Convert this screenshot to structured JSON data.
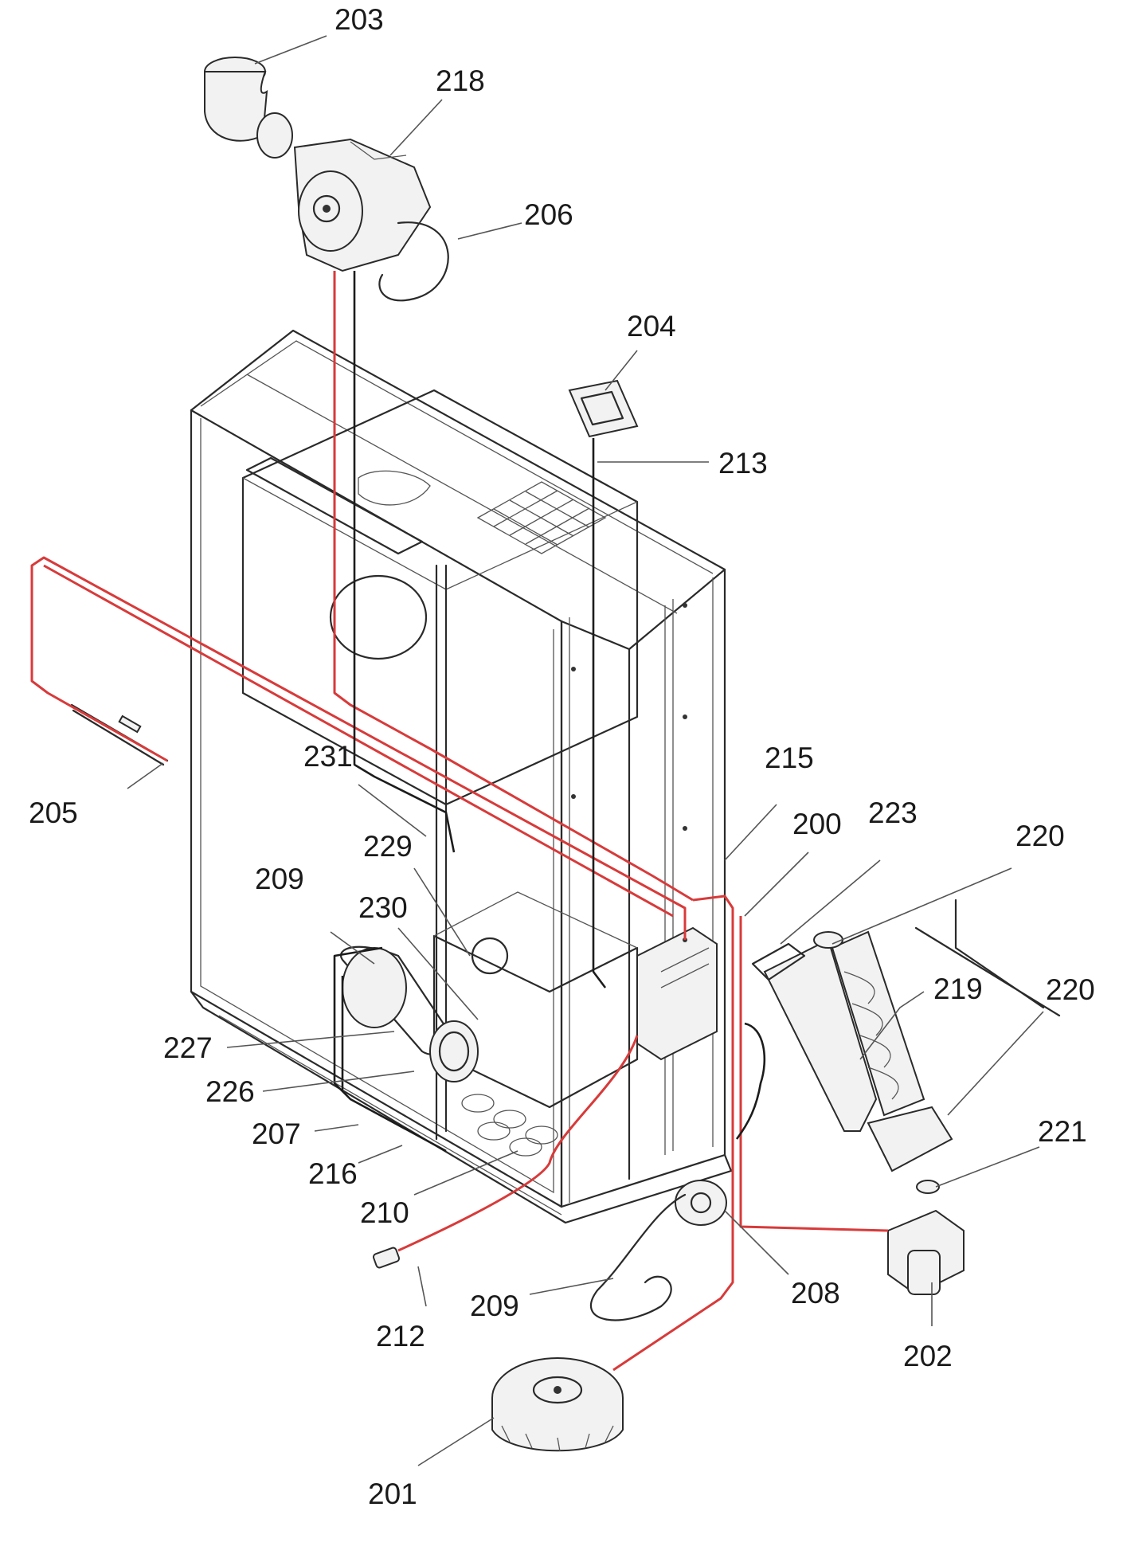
{
  "diagram": {
    "callouts": [
      {
        "id": "203",
        "label": "203"
      },
      {
        "id": "218",
        "label": "218"
      },
      {
        "id": "206",
        "label": "206"
      },
      {
        "id": "204",
        "label": "204"
      },
      {
        "id": "213",
        "label": "213"
      },
      {
        "id": "205",
        "label": "205"
      },
      {
        "id": "231",
        "label": "231"
      },
      {
        "id": "215",
        "label": "215"
      },
      {
        "id": "200",
        "label": "200"
      },
      {
        "id": "223",
        "label": "223"
      },
      {
        "id": "220a",
        "label": "220"
      },
      {
        "id": "229",
        "label": "229"
      },
      {
        "id": "209a",
        "label": "209"
      },
      {
        "id": "230",
        "label": "230"
      },
      {
        "id": "219",
        "label": "219"
      },
      {
        "id": "220b",
        "label": "220"
      },
      {
        "id": "227",
        "label": "227"
      },
      {
        "id": "226",
        "label": "226"
      },
      {
        "id": "207",
        "label": "207"
      },
      {
        "id": "221",
        "label": "221"
      },
      {
        "id": "216",
        "label": "216"
      },
      {
        "id": "210",
        "label": "210"
      },
      {
        "id": "208",
        "label": "208"
      },
      {
        "id": "212",
        "label": "212"
      },
      {
        "id": "209b",
        "label": "209"
      },
      {
        "id": "202",
        "label": "202"
      },
      {
        "id": "201",
        "label": "201"
      }
    ],
    "colors": {
      "wire_red": "#d83a3a",
      "line_ink": "#2a2a2a",
      "background": "#ffffff"
    }
  }
}
